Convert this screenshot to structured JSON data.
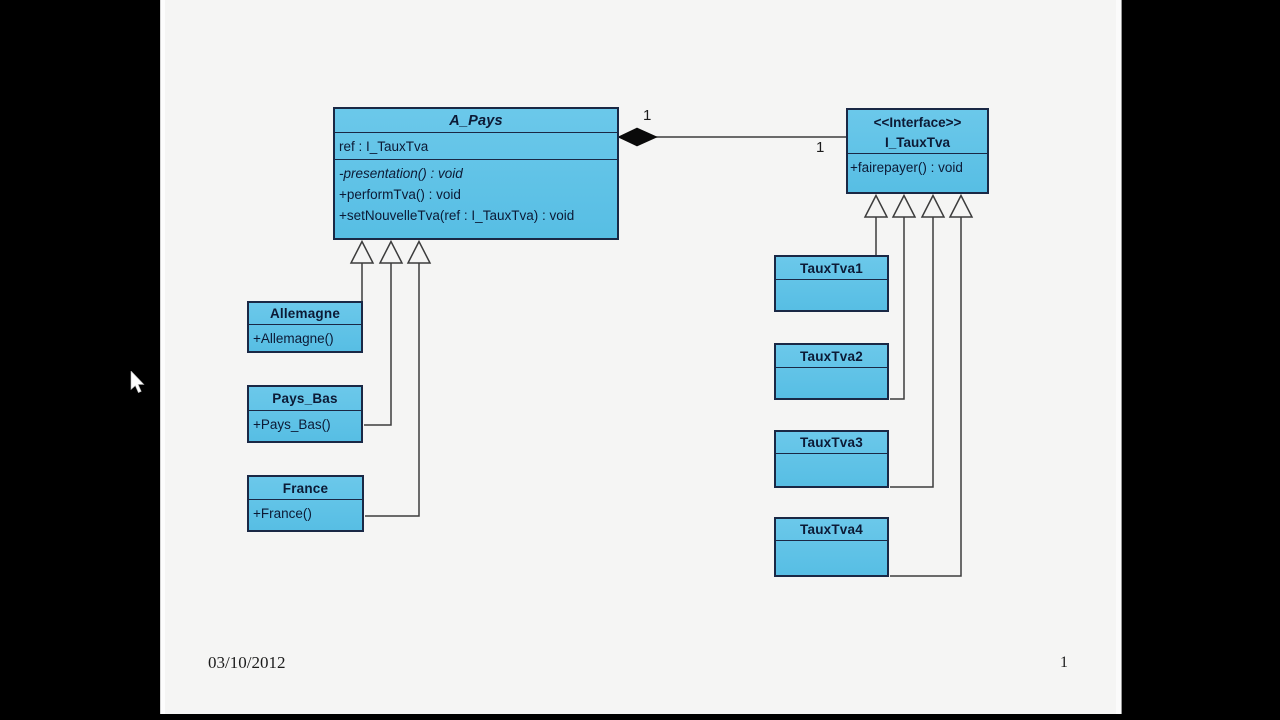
{
  "window": {
    "letterbox_color": "#000000"
  },
  "slide": {
    "background": "#f5f5f4",
    "date": "03/10/2012",
    "page_number": "1"
  },
  "diagram": {
    "colors": {
      "class_fill": "#5fc3e7",
      "class_border": "#1a2845",
      "text": "#0c1a35",
      "connector": "#3c3c3c",
      "composition_diamond": "#0a0a0a"
    },
    "a_pays": {
      "title": "A_Pays",
      "attribute": "ref : I_TauxTva",
      "methods": [
        "-presentation() : void",
        "+performTva() : void",
        "+setNouvelleTva(ref : I_TauxTva) : void"
      ]
    },
    "i_tauxtva": {
      "stereotype": "<<Interface>>",
      "title": "I_TauxTva",
      "method": "+fairepayer() : void"
    },
    "subclasses": [
      {
        "title": "Allemagne",
        "method": "+Allemagne()"
      },
      {
        "title": "Pays_Bas",
        "method": "+Pays_Bas()"
      },
      {
        "title": "France",
        "method": "+France()"
      }
    ],
    "implementations": [
      {
        "title": "TauxTva1"
      },
      {
        "title": "TauxTva2"
      },
      {
        "title": "TauxTva3"
      },
      {
        "title": "TauxTva4"
      }
    ],
    "association": {
      "multiplicity_source": "1",
      "multiplicity_target": "1"
    }
  },
  "cursor": {
    "type": "arrow-pointer"
  }
}
